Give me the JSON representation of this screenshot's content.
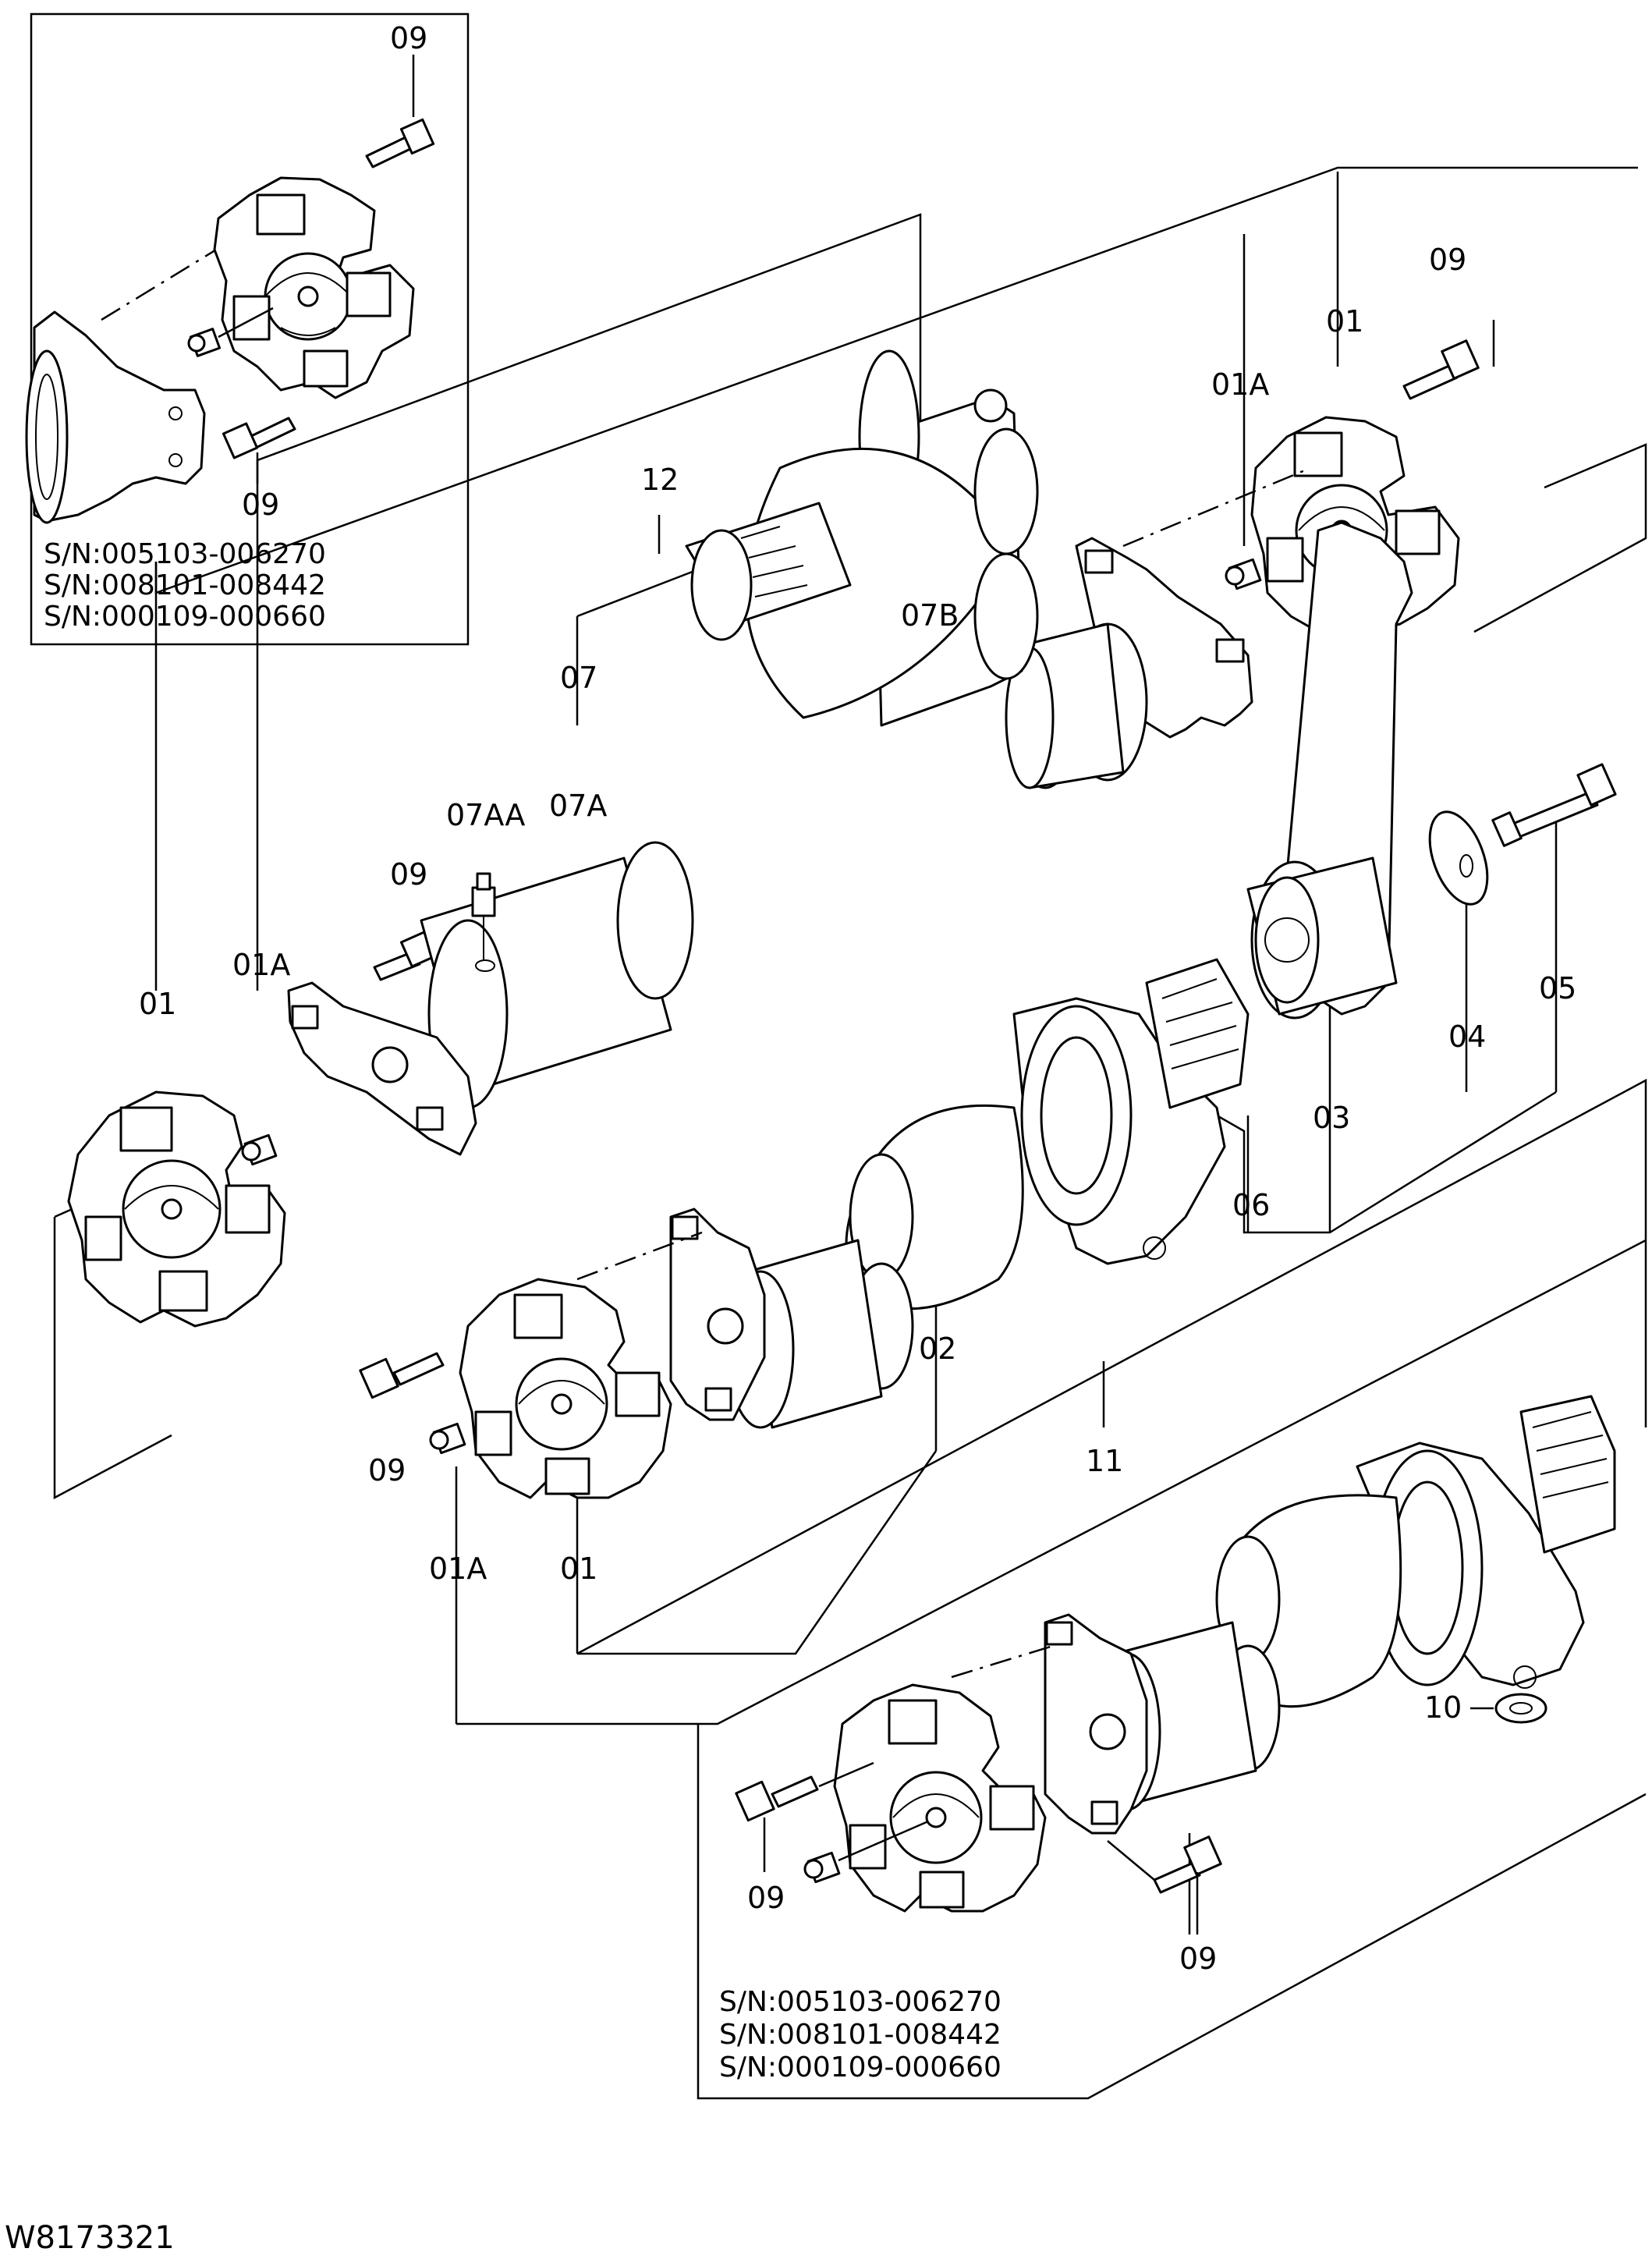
{
  "drawing_code": "W8173321",
  "serial_notes": {
    "top_inset": [
      "S/N:005103-006270",
      "S/N:008101-008442",
      "S/N:000109-000660"
    ],
    "bottom_inset": [
      "S/N:005103-006270",
      "S/N:008101-008442",
      "S/N:000109-000660"
    ]
  },
  "callouts": {
    "inset_top_09a": "09",
    "inset_top_09b": "09",
    "right_09": "09",
    "right_01": "01",
    "right_01a": "01A",
    "c12": "12",
    "c07b": "07B",
    "c07": "07",
    "c07aa": "07AA",
    "c07a": "07A",
    "left_09": "09",
    "left_01a": "01A",
    "left_01": "01",
    "c05": "05",
    "c04": "04",
    "c03": "03",
    "c06": "06",
    "c02": "02",
    "c11": "11",
    "mid_09": "09",
    "mid_01a": "01A",
    "mid_01": "01",
    "c10": "10",
    "bot_09a": "09",
    "bot_09b": "09"
  }
}
